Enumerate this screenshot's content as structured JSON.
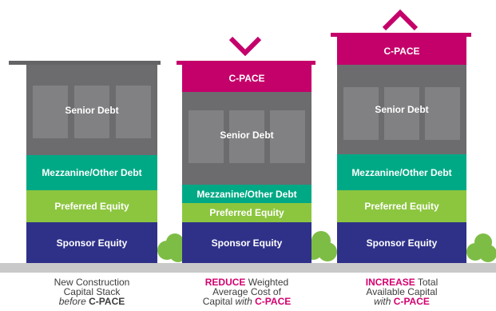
{
  "colors": {
    "cpace": "#c4006a",
    "senior_debt": "#6c6c6f",
    "mezzanine": "#00a985",
    "preferred_equity": "#8cc63f",
    "sponsor_equity": "#2f3189",
    "caption_accent": "#d4006f",
    "ground": "#c9c9c9",
    "shrub": "#7dbd45"
  },
  "building_1": {
    "senior_debt": "Senior Debt",
    "mezzanine": "Mezzanine/Other Debt",
    "preferred_equity": "Preferred Equity",
    "sponsor_equity": "Sponsor Equity",
    "caption": {
      "line1": "New Construction",
      "line2": "Capital Stack",
      "line3_em": "before",
      "line3_strong": "C-PACE"
    }
  },
  "building_2": {
    "cpace": "C-PACE",
    "senior_debt": "Senior Debt",
    "mezzanine": "Mezzanine/Other Debt",
    "preferred_equity": "Preferred Equity",
    "sponsor_equity": "Sponsor Equity",
    "arrow_icon": "chevron-down-icon",
    "caption": {
      "accent": "REDUCE",
      "line1_rest": " Weighted",
      "line2": "Average Cost of",
      "line3_plain": "Capital ",
      "line3_em": "with",
      "line3_accent": "C-PACE"
    }
  },
  "building_3": {
    "cpace": "C-PACE",
    "senior_debt": "Senior Debt",
    "mezzanine": "Mezzanine/Other Debt",
    "preferred_equity": "Preferred Equity",
    "sponsor_equity": "Sponsor Equity",
    "arrow_icon": "chevron-up-icon",
    "caption": {
      "accent": "INCREASE",
      "line1_rest": " Total",
      "line2": "Available Capital",
      "line3_em": "with",
      "line3_accent": "C-PACE"
    }
  }
}
